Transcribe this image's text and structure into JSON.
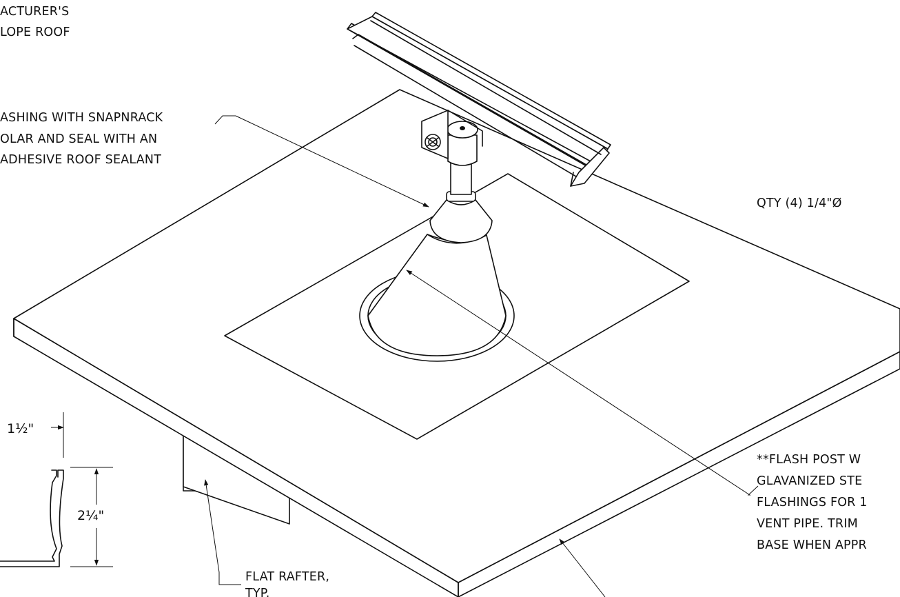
{
  "notes": {
    "manufacturer": [
      "ACTURER'S",
      "LOPE ROOF"
    ],
    "flashing": [
      "ASHING WITH SNAPNRACK",
      "OLAR AND SEAL WITH AN",
      "ADHESIVE ROOF SEALANT"
    ],
    "qty": "QTY (4) 1/4\"Ø",
    "flash_post": [
      "**FLASH POST W",
      "GLAVANIZED STE",
      "FLASHINGS FOR 1",
      "VENT PIPE. TRIM",
      "BASE WHEN APPR"
    ],
    "rafter": [
      "FLAT RAFTER,",
      "TYP."
    ]
  },
  "dimensions": {
    "width": "1½\"",
    "height": "2¼\""
  },
  "colors": {
    "line": "#111111",
    "background": "#ffffff"
  }
}
